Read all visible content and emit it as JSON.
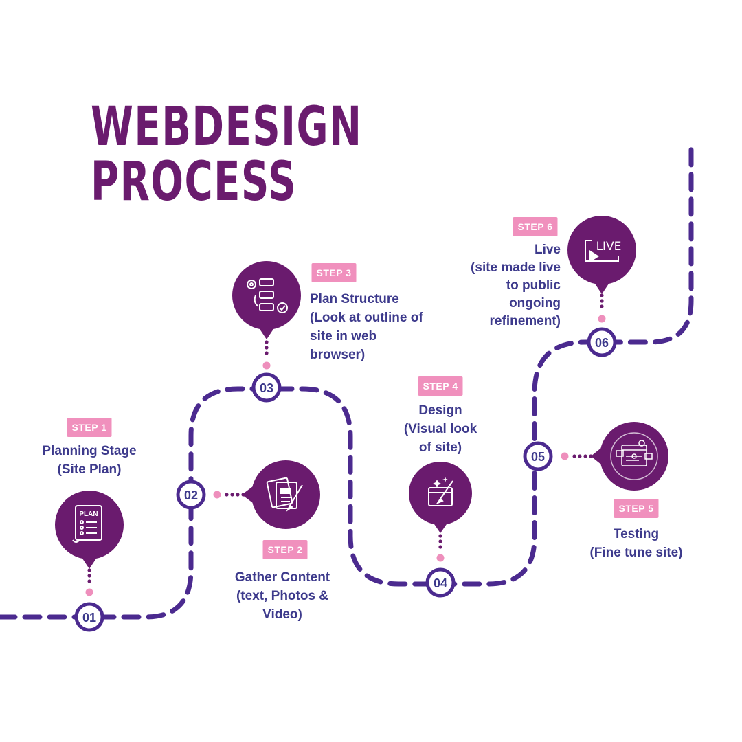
{
  "title": {
    "line1": "WEBDESIGN",
    "line2": "PROCESS"
  },
  "colors": {
    "path": "#4b2a8f",
    "circle": "#6a1b6e",
    "badge": "#f090bd",
    "text": "#3d3a8c",
    "dot": "#ee8fbc"
  },
  "steps": [
    {
      "badge": "STEP 1",
      "number": "01",
      "icon": "plan-document-icon",
      "icon_text": "PLAN",
      "lines": [
        "Planning Stage",
        "(Site Plan)"
      ]
    },
    {
      "badge": "STEP 2",
      "number": "02",
      "icon": "content-documents-pen-icon",
      "lines": [
        "Gather Content",
        "(text, Photos &",
        "Video)"
      ]
    },
    {
      "badge": "STEP 3",
      "number": "03",
      "icon": "structure-gear-flow-icon",
      "lines": [
        "Plan Structure",
        "(Look at outline of",
        "site in web",
        "browser)"
      ]
    },
    {
      "badge": "STEP 4",
      "number": "04",
      "icon": "design-browser-brush-icon",
      "lines": [
        "Design",
        "(Visual look",
        "of site)"
      ]
    },
    {
      "badge": "STEP 5",
      "number": "05",
      "icon": "testing-browser-windows-icon",
      "lines": [
        "Testing",
        "(Fine tune site)"
      ]
    },
    {
      "badge": "STEP 6",
      "number": "06",
      "icon": "live-play-icon",
      "icon_text": "LIVE",
      "lines": [
        "Live",
        "(site made live",
        "to public",
        "ongoing",
        "refinement)"
      ]
    }
  ]
}
